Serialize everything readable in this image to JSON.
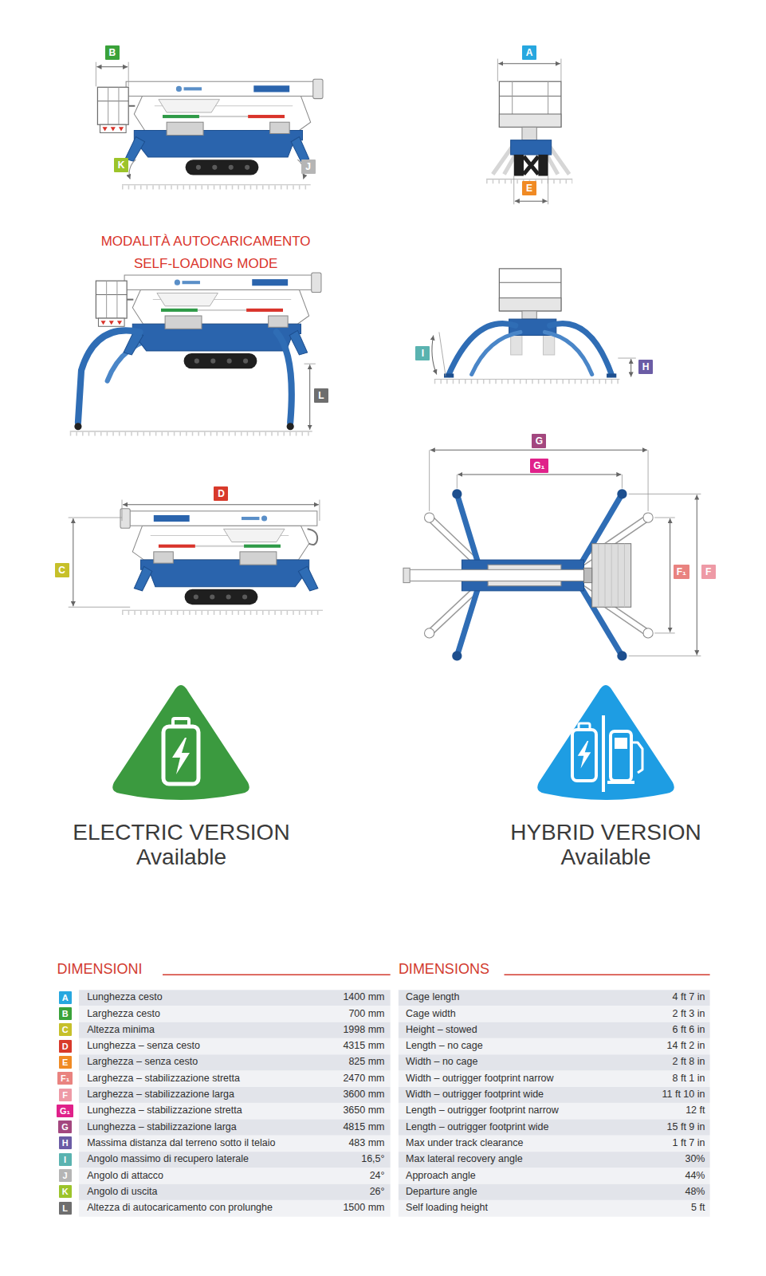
{
  "diagram": {
    "nodes": [
      {
        "text": [
          "B"
        ]
      },
      {
        "text": [
          "A"
        ]
      },
      {
        "text": [
          "K"
        ]
      },
      {
        "text": [
          "J"
        ]
      },
      {
        "text": [
          "E"
        ]
      },
      {
        "text": [
          "I"
        ]
      },
      {
        "text": [
          "H"
        ]
      },
      {
        "text": [
          "L"
        ]
      },
      {
        "text": [
          "G"
        ]
      },
      {
        "text": [
          "G₁"
        ]
      },
      {
        "text": [
          "D"
        ]
      },
      {
        "text": [
          "C"
        ]
      },
      {
        "text": [
          "F₁"
        ]
      },
      {
        "text": [
          "F"
        ]
      },
      {
        "text": [
          "ELECTRIC VERSION",
          "Available"
        ]
      },
      {
        "text": [
          "HYBRID VERSION",
          "Available"
        ]
      },
      {
        "text": [
          "A"
        ]
      },
      {
        "text": [
          "B"
        ]
      },
      {
        "text": [
          "C"
        ]
      },
      {
        "text": [
          "D"
        ]
      },
      {
        "text": [
          "E"
        ]
      },
      {
        "text": [
          "F₁"
        ]
      },
      {
        "text": [
          "F"
        ]
      },
      {
        "text": [
          "G₁"
        ]
      },
      {
        "text": [
          "G"
        ]
      },
      {
        "text": [
          "H"
        ]
      },
      {
        "text": [
          "I"
        ]
      },
      {
        "text": [
          "J"
        ]
      },
      {
        "text": [
          "K"
        ]
      },
      {
        "text": [
          "L"
        ]
      }
    ],
    "labels": [
      "MODALITÀ AUTOCARICAMENTO",
      "SELF-LOADING MODE",
      "DIMENSIONI",
      "Lunghezza cesto",
      "1400 mm",
      "Larghezza cesto",
      "700 mm",
      "Altezza minima",
      "1998 mm",
      "Lunghezza – senza cesto",
      "4315 mm",
      "Larghezza – senza cesto",
      "825 mm",
      "Larghezza – stabilizzazione stretta",
      "2470 mm",
      "Larghezza – stabilizzazione larga",
      "3600 mm",
      "Lunghezza – stabilizzazione stretta",
      "3650 mm",
      "Lunghezza – stabilizzazione larga",
      "4815 mm",
      "Massima distanza dal terreno sotto il telaio",
      "483 mm",
      "Angolo massimo di recupero laterale",
      "16,5°",
      "Angolo di attacco",
      "24°",
      "Angolo di uscita",
      "26°",
      "Altezza di autocaricamento con prolunghe",
      "1500 mm",
      "DIMENSIONS",
      "Cage length",
      "4 ft 7 in",
      "Cage width",
      "2 ft 3 in",
      "Height – stowed",
      "6 ft 6 in",
      "Length – no cage",
      "14 ft 2 in",
      "Width – no cage",
      "2 ft 8 in",
      "Width – outrigger footprint narrow",
      "8 ft 1 in",
      "Width – outrigger footprint wide",
      "11 ft 10 in",
      "Length – outrigger footprint narrow",
      "12 ft",
      "Length – outrigger footprint wide",
      "15 ft 9 in",
      "Max under track clearance",
      "1 ft 7 in",
      "Max lateral recovery angle",
      "30%",
      "Approach angle",
      "44%",
      "Departure angle",
      "48%",
      "Self loading height",
      "5 ft"
    ]
  }
}
